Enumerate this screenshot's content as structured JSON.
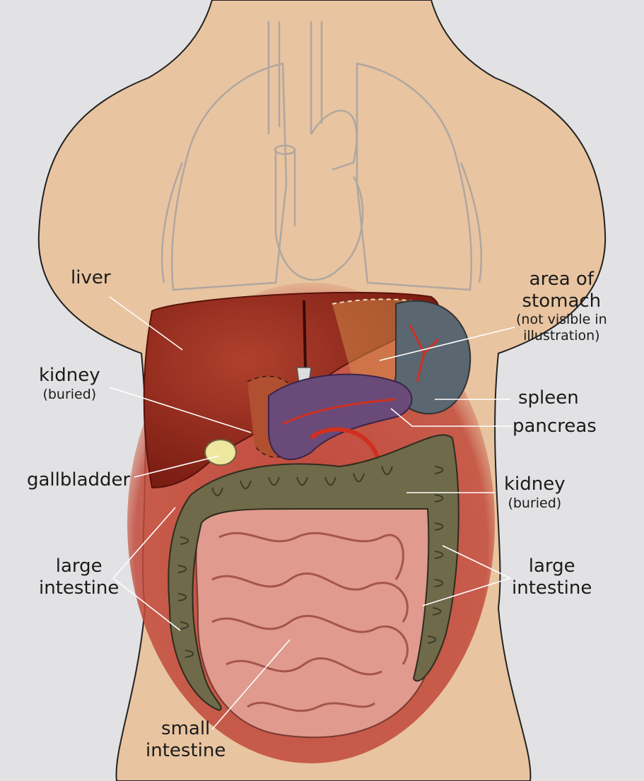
{
  "labels": {
    "liver": "liver",
    "kidney_left_line1": "kidney",
    "kidney_left_line2": "(buried)",
    "gallbladder": "gallbladder",
    "large_intestine_left_line1": "large",
    "large_intestine_left_line2": "intestine",
    "small_intestine_line1": "small",
    "small_intestine_line2": "intestine",
    "stomach_line1": "area of",
    "stomach_line2": "stomach",
    "stomach_line3": "(not visible in",
    "stomach_line4": "illustration)",
    "spleen": "spleen",
    "pancreas": "pancreas",
    "kidney_right_line1": "kidney",
    "kidney_right_line2": "(buried)",
    "large_intestine_right_line1": "large",
    "large_intestine_right_line2": "intestine"
  },
  "colors": {
    "background": "#e2e2e4",
    "skin": "#e8c4a0",
    "liver": "#8e2418",
    "intestine_small": "#e09a8e",
    "intestine_large": "#6e6a4a",
    "pancreas": "#6a4a78",
    "spleen": "#5a6670",
    "gallbladder": "#eee7a0",
    "leader_line": "#ffffff"
  }
}
